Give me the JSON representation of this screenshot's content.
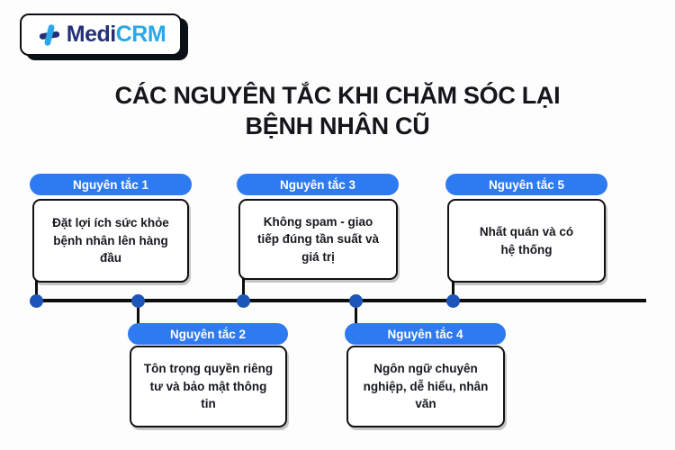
{
  "logo": {
    "brand_primary": "Medi",
    "brand_accent": "CRM",
    "primary_color": "#223078",
    "accent_color": "#2ba6e8",
    "icon": "medical-cross-icon"
  },
  "title": {
    "line1": "CÁC NGUYÊN TẮC KHI CHĂM SÓC LẠI",
    "line2": "BỆNH NHÂN CŨ"
  },
  "colors": {
    "pill_blue": "#2e7af0",
    "dot_blue": "#1d55b8",
    "line_black": "#0d0d0d",
    "text_dark": "#15181d",
    "background": "#fdfdfd"
  },
  "principles": [
    {
      "label": "Nguyên tắc 1",
      "text": "Đặt lợi ích sức khỏe bệnh nhân lên hàng đầu",
      "position": "top"
    },
    {
      "label": "Nguyên tắc 2",
      "text": "Tôn trọng quyền riêng tư và bảo mật thông tin",
      "position": "bottom"
    },
    {
      "label": "Nguyên tắc 3",
      "text": "Không spam - giao tiếp đúng tần suất và giá trị",
      "position": "top"
    },
    {
      "label": "Nguyên tắc 4",
      "text": "Ngôn ngữ chuyên nghiệp, dễ hiểu, nhân văn",
      "position": "bottom"
    },
    {
      "label": "Nguyên tắc 5",
      "text": "Nhất quán và có hệ thống",
      "position": "top"
    }
  ]
}
